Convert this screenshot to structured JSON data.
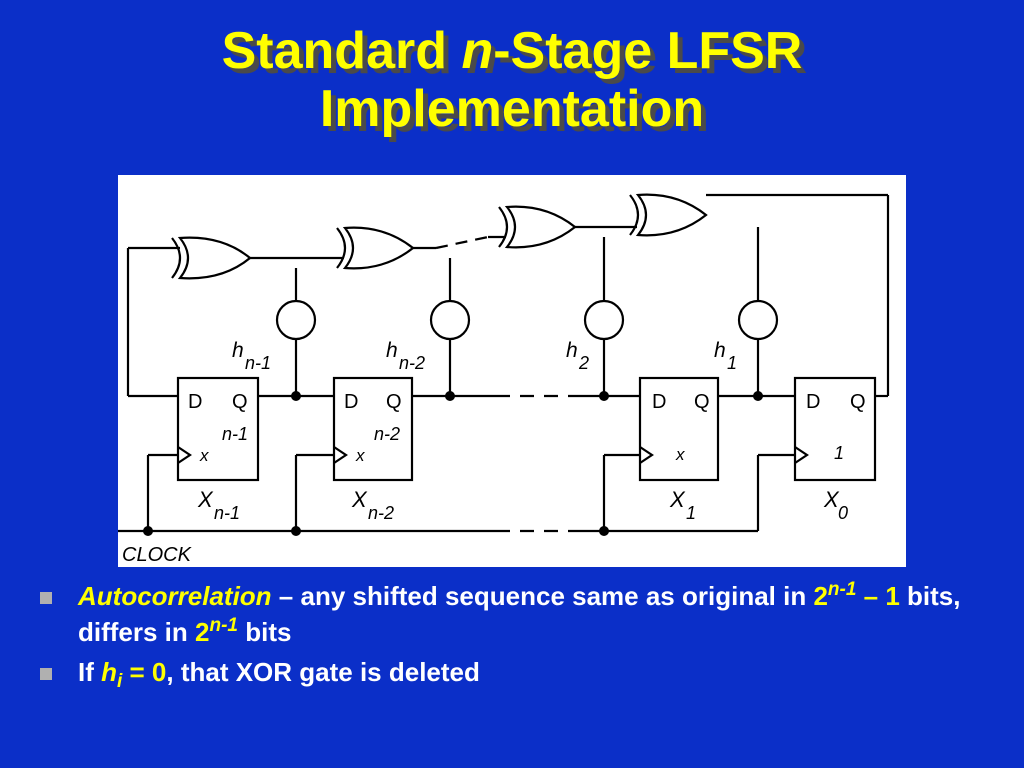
{
  "title": {
    "line1_pre": "Standard ",
    "line1_italic": "n",
    "line1_post": "-Stage LFSR",
    "line2": "Implementation"
  },
  "diagram": {
    "stages": [
      {
        "d": "D",
        "q": "Q",
        "num_top": "n-1",
        "num_x": "x",
        "name": "X",
        "sub": "n-1"
      },
      {
        "d": "D",
        "q": "Q",
        "num_top": "n-2",
        "num_x": "x",
        "name": "X",
        "sub": "n-2"
      },
      {
        "d": "D",
        "q": "Q",
        "num_top": "",
        "num_x": "x",
        "name": "X",
        "sub": "1"
      },
      {
        "d": "D",
        "q": "Q",
        "num_top": "",
        "num_x": "1",
        "name": "X",
        "sub": "0"
      }
    ],
    "taps": [
      {
        "h": "h",
        "sub": "n-1"
      },
      {
        "h": "h",
        "sub": "n-2"
      },
      {
        "h": "h",
        "sub": "2"
      },
      {
        "h": "h",
        "sub": "1"
      }
    ],
    "clock_label": "CLOCK"
  },
  "bullets": {
    "b1": {
      "term": "Autocorrelation",
      "text1": " – any shifted sequence same as original in ",
      "hl1_base": "2",
      "hl1_sup": "n-1",
      "hl1_tail": " – 1",
      "text2": " bits, differs in ",
      "hl2_base": "2",
      "hl2_sup": "n-1",
      "text3": " bits"
    },
    "b2": {
      "pre": "If ",
      "var": "h",
      "var_sub": "i",
      "eq": " = 0",
      "post": ", that XOR gate is deleted"
    }
  },
  "colors": {
    "background": "#0b2fc8",
    "title": "#ffff00",
    "highlight": "#ffff00",
    "text": "#ffffff",
    "bullet_mark": "#b0b0b0"
  }
}
